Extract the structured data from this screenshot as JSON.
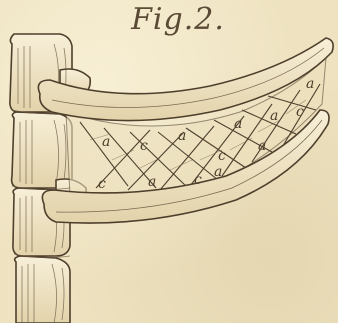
{
  "figure": {
    "title": "Fig.2."
  },
  "labels": {
    "a": "a",
    "c": "c"
  },
  "colors": {
    "paper": "#eee2c0",
    "ink": "#4e3f2d",
    "bone": "#f2e8cc"
  }
}
